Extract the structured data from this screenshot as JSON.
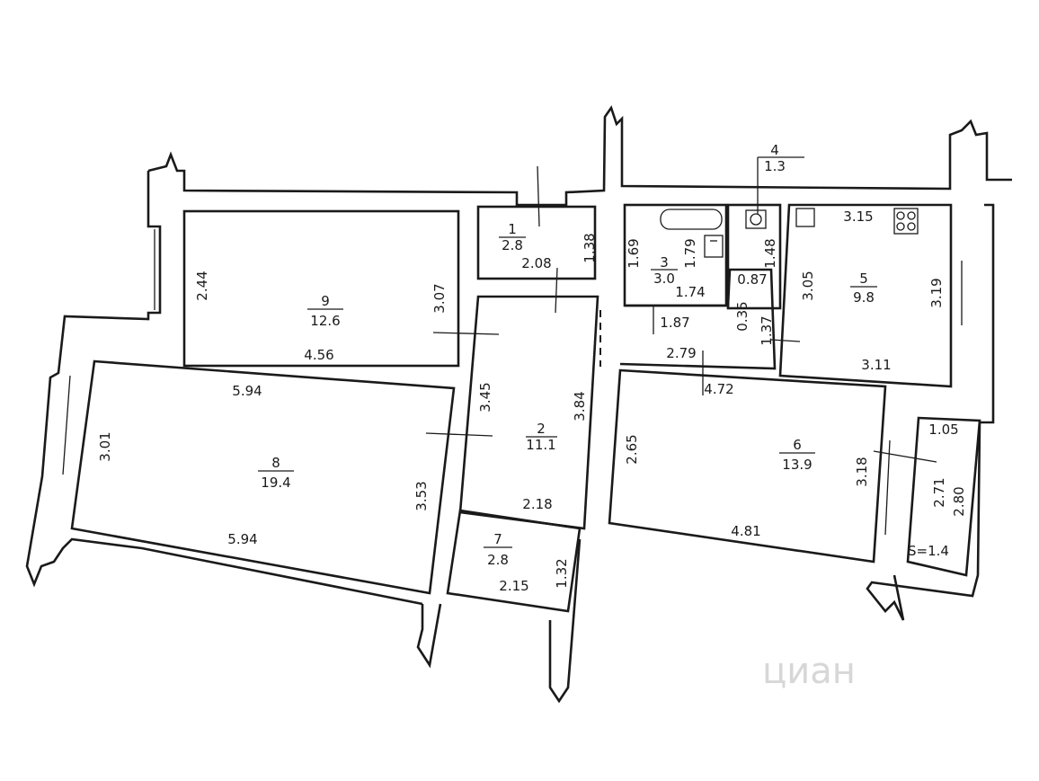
{
  "rooms": [
    {
      "id": "1",
      "area": "2.8"
    },
    {
      "id": "2",
      "area": "11.1"
    },
    {
      "id": "3",
      "area": "3.0"
    },
    {
      "id": "4",
      "area": "1.3"
    },
    {
      "id": "5",
      "area": "9.8"
    },
    {
      "id": "6",
      "area": "13.9"
    },
    {
      "id": "7",
      "area": "2.8"
    },
    {
      "id": "8",
      "area": "19.4"
    },
    {
      "id": "9",
      "area": "12.6"
    }
  ],
  "dimensions": {
    "r9_left": "2.44",
    "r9_right": "3.07",
    "r9_bottom": "4.56",
    "r8_top": "5.94",
    "r8_left": "3.01",
    "r8_right": "3.53",
    "r8_bottom": "5.94",
    "r1_w": "2.08",
    "r1_h": "1.38",
    "r2_left": "3.45",
    "r2_right": "3.84",
    "r3_left": "1.69",
    "r3_right": "1.79",
    "r3_w": "1.74",
    "r4_h": "1.48",
    "r4_w": "0.87",
    "corr_035": "0.35",
    "corr_137": "1.37",
    "corr_187": "1.87",
    "corr_279": "2.79",
    "r5_top": "3.15",
    "r5_left": "3.05",
    "r5_right": "3.19",
    "r5_bottom": "3.11",
    "r6_top": "4.72",
    "r6_left": "2.65",
    "r6_right": "3.18",
    "r6_bottom": "4.81",
    "r7_w_top": "2.18",
    "r7_w_bottom": "2.15",
    "r7_h": "1.32",
    "balc_top": "1.05",
    "balc_inner": "2.71",
    "balc_outer": "2.80",
    "balc_area": "S=1.4"
  },
  "watermark": "циан",
  "icons": [
    "bathtub-icon",
    "toilet-icon",
    "stove-icon"
  ]
}
